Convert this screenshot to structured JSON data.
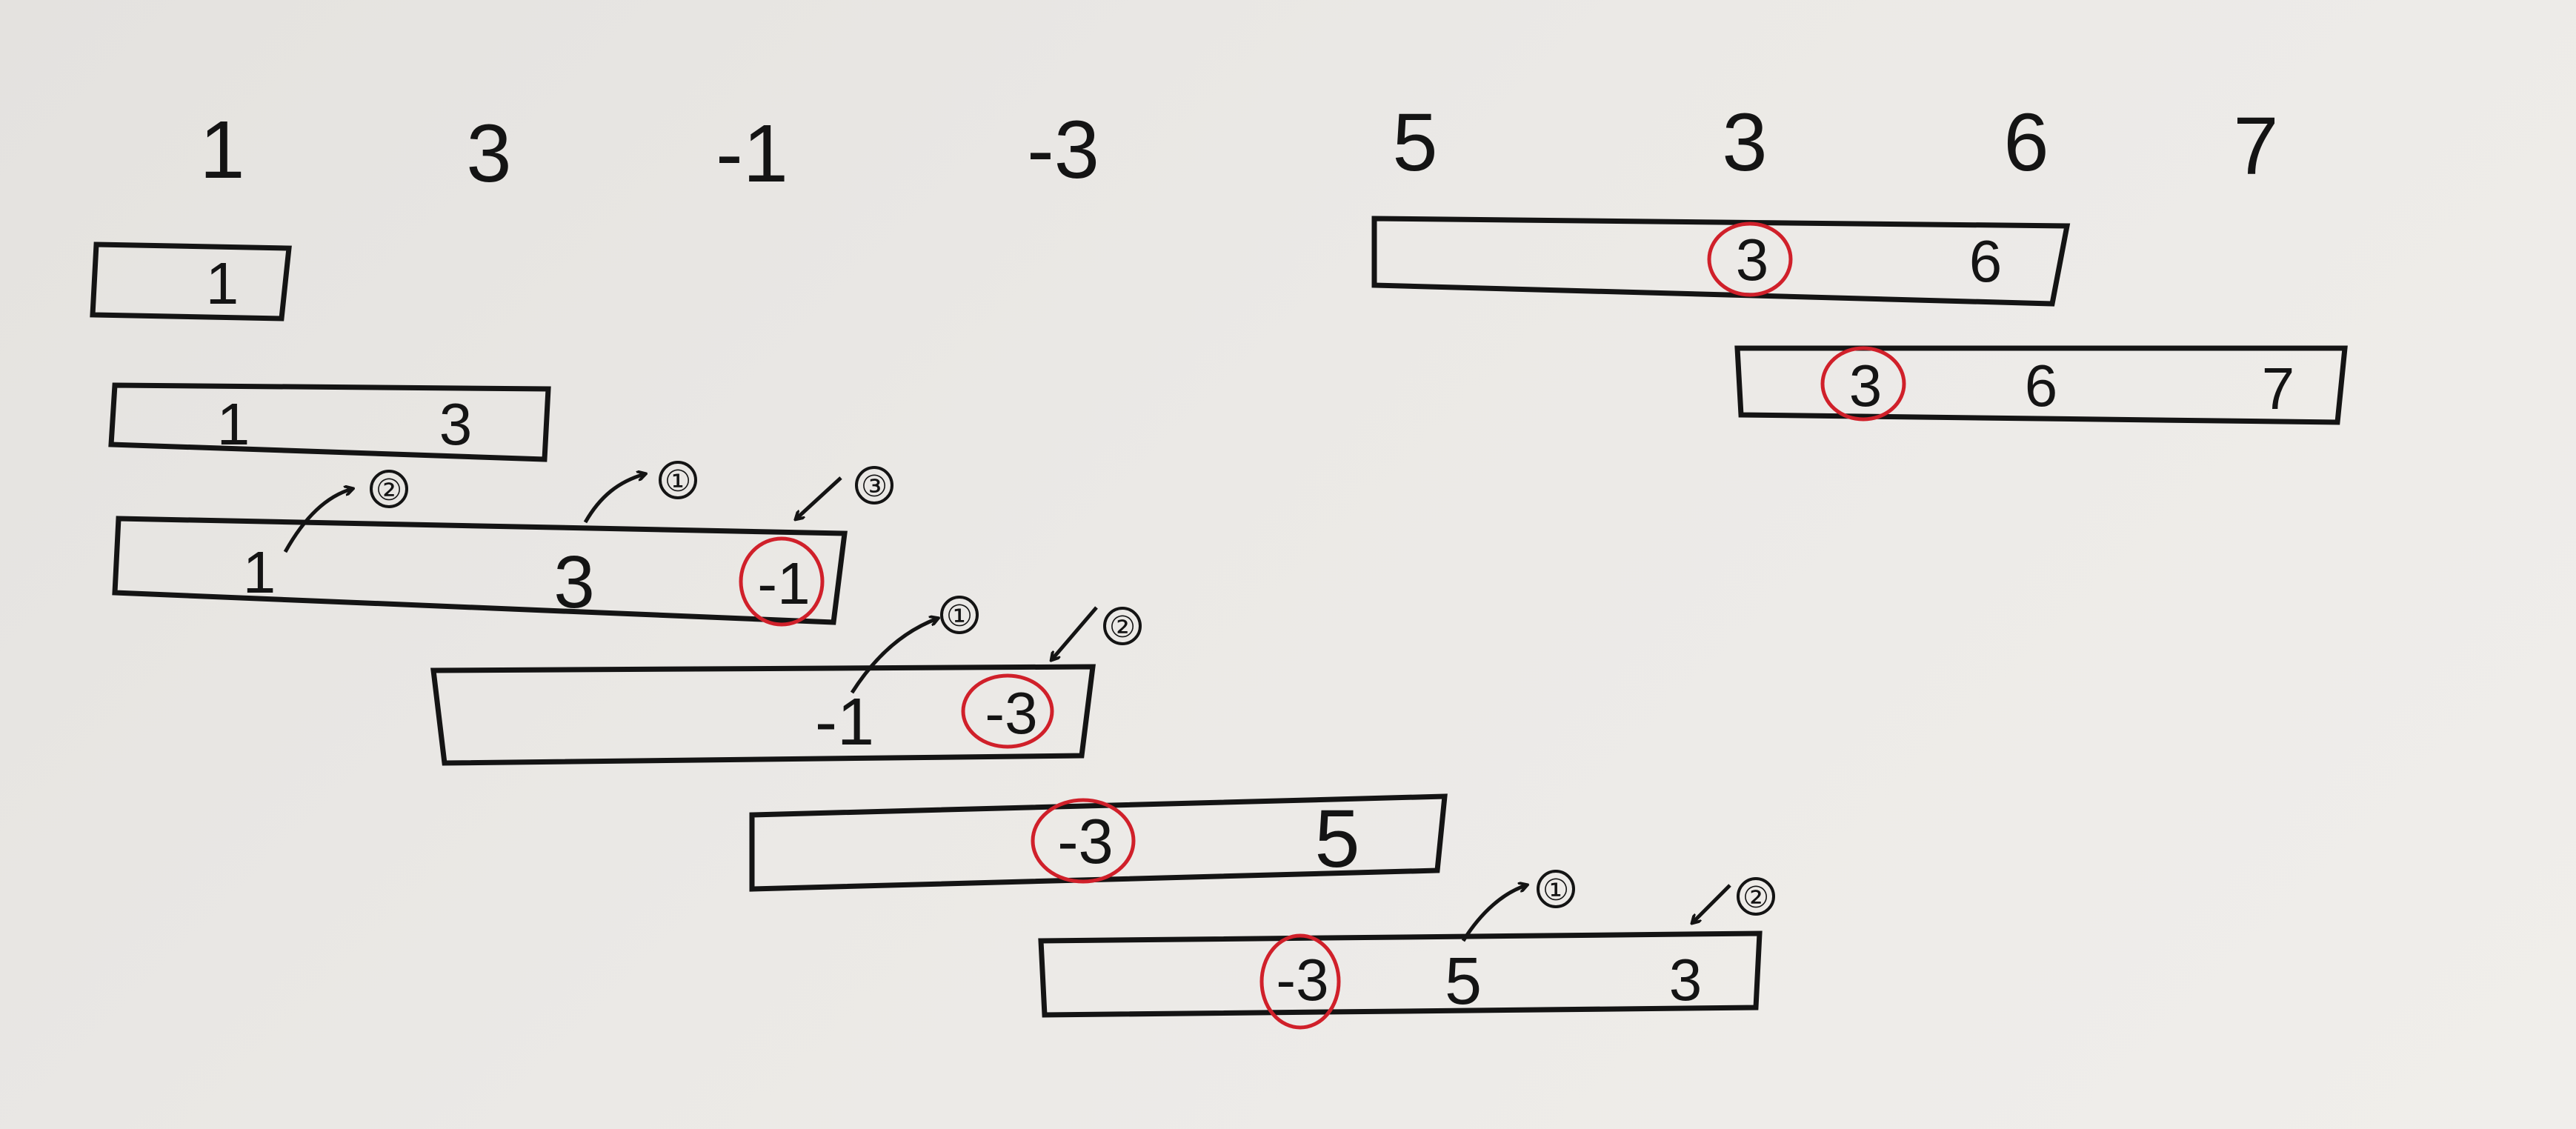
{
  "top_row": [
    "1",
    "3",
    "-1",
    "-3",
    "5",
    "3",
    "6",
    "7"
  ],
  "windows": [
    {
      "id": "w1",
      "items": [
        {
          "text": "1"
        }
      ]
    },
    {
      "id": "w2",
      "items": [
        {
          "text": "1"
        },
        {
          "text": "3"
        }
      ]
    },
    {
      "id": "w3",
      "items": [
        {
          "text": "1",
          "tag": "②"
        },
        {
          "text": "3",
          "tag": "①"
        },
        {
          "text": "-1",
          "circled": true,
          "tag": "③"
        }
      ]
    },
    {
      "id": "w4",
      "items": [
        {
          "text": "-1",
          "tag": "①"
        },
        {
          "text": "-3",
          "circled": true,
          "tag": "②"
        }
      ]
    },
    {
      "id": "w5",
      "items": [
        {
          "text": "-3",
          "circled": true
        },
        {
          "text": "5"
        }
      ]
    },
    {
      "id": "w6",
      "items": [
        {
          "text": "-3",
          "circled": true
        },
        {
          "text": "5",
          "tag": "①"
        },
        {
          "text": "3",
          "tag": "②"
        }
      ]
    },
    {
      "id": "w7",
      "items": [
        {
          "text": "3",
          "circled": true
        },
        {
          "text": "6"
        }
      ]
    },
    {
      "id": "w8",
      "items": [
        {
          "text": "3",
          "circled": true
        },
        {
          "text": "6"
        },
        {
          "text": "7"
        }
      ]
    }
  ],
  "colors": {
    "ink": "#141414",
    "mark": "#d0202a",
    "paper": "#ebe9e6"
  }
}
